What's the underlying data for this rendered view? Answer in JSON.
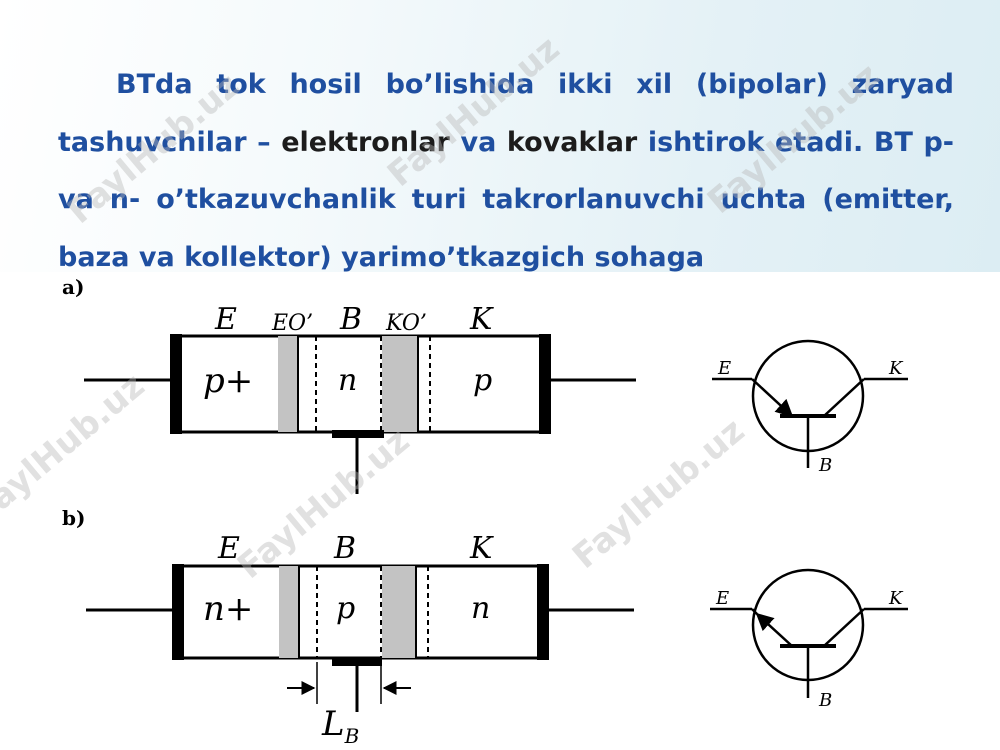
{
  "paragraph": {
    "segments": [
      {
        "text": "BTda tok hosil bo’lishida ikki xil (bipolar) zaryad tashuvchilar – ",
        "style": "accent"
      },
      {
        "text": "elektronlar",
        "style": "dark"
      },
      {
        "text": " va ",
        "style": "accent"
      },
      {
        "text": "kovaklar",
        "style": "dark"
      },
      {
        "text": " ishtirok etadi. BT p- va n- o’tkazuvchanlik turi takrorlanuvchi uchta (emitter, baza va kollektor) yarimo’tkazgich sohaga",
        "style": "accent"
      }
    ],
    "colors": {
      "accent": "#1f4fa0",
      "dark": "#1c1c1c"
    }
  },
  "diagram_a": {
    "label": "a)",
    "top_labels": {
      "emitter": "E",
      "eo": "EO’",
      "base": "B",
      "ko": "KO’",
      "collector": "K"
    },
    "regions": {
      "emitter": "p+",
      "base": "n",
      "collector": "p"
    },
    "symbol": {
      "e": "E",
      "k": "K",
      "b": "B"
    }
  },
  "diagram_b": {
    "label": "b)",
    "top_labels": {
      "emitter": "E",
      "base": "B",
      "collector": "K"
    },
    "regions": {
      "emitter": "n+",
      "base": "p",
      "collector": "n"
    },
    "width_label": "L",
    "width_sub": "B",
    "symbol": {
      "e": "E",
      "k": "K",
      "b": "B"
    }
  },
  "watermark": "FaylHub.uz"
}
